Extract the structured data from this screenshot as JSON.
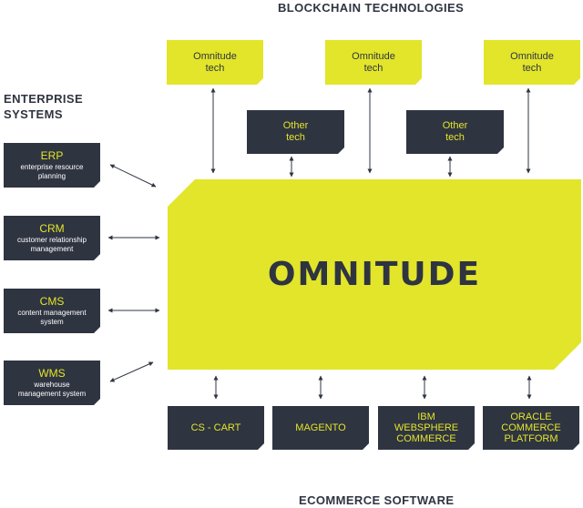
{
  "headings": {
    "blockchain": "BLOCKCHAIN TECHNOLOGIES",
    "enterprise": "ENTERPRISE\nSYSTEMS",
    "ecommerce": "ECOMMERCE SOFTWARE"
  },
  "core": {
    "label": "OMNITUDE"
  },
  "blockchain_nodes": [
    {
      "label": "Omnitude\ntech"
    },
    {
      "label": "Omnitude\ntech"
    },
    {
      "label": "Omnitude\ntech"
    }
  ],
  "other_nodes": [
    {
      "label": "Other\ntech"
    },
    {
      "label": "Other\ntech"
    }
  ],
  "enterprise_nodes": [
    {
      "title": "ERP",
      "subtitle": "enterprise resource\nplanning"
    },
    {
      "title": "CRM",
      "subtitle": "customer relationship\nmanagement"
    },
    {
      "title": "CMS",
      "subtitle": "content management\nsystem"
    },
    {
      "title": "WMS",
      "subtitle": "warehouse\nmanagement system"
    }
  ],
  "ecommerce_nodes": [
    {
      "label": "CS - CART"
    },
    {
      "label": "MAGENTO"
    },
    {
      "label": "IBM\nWEBSPHERE\nCOMMERCE"
    },
    {
      "label": "ORACLE\nCOMMERCE\nPLATFORM"
    }
  ],
  "colors": {
    "accent_yellow": "#e2e52a",
    "dark_navy": "#2f3441",
    "connector": "#2f3441"
  }
}
